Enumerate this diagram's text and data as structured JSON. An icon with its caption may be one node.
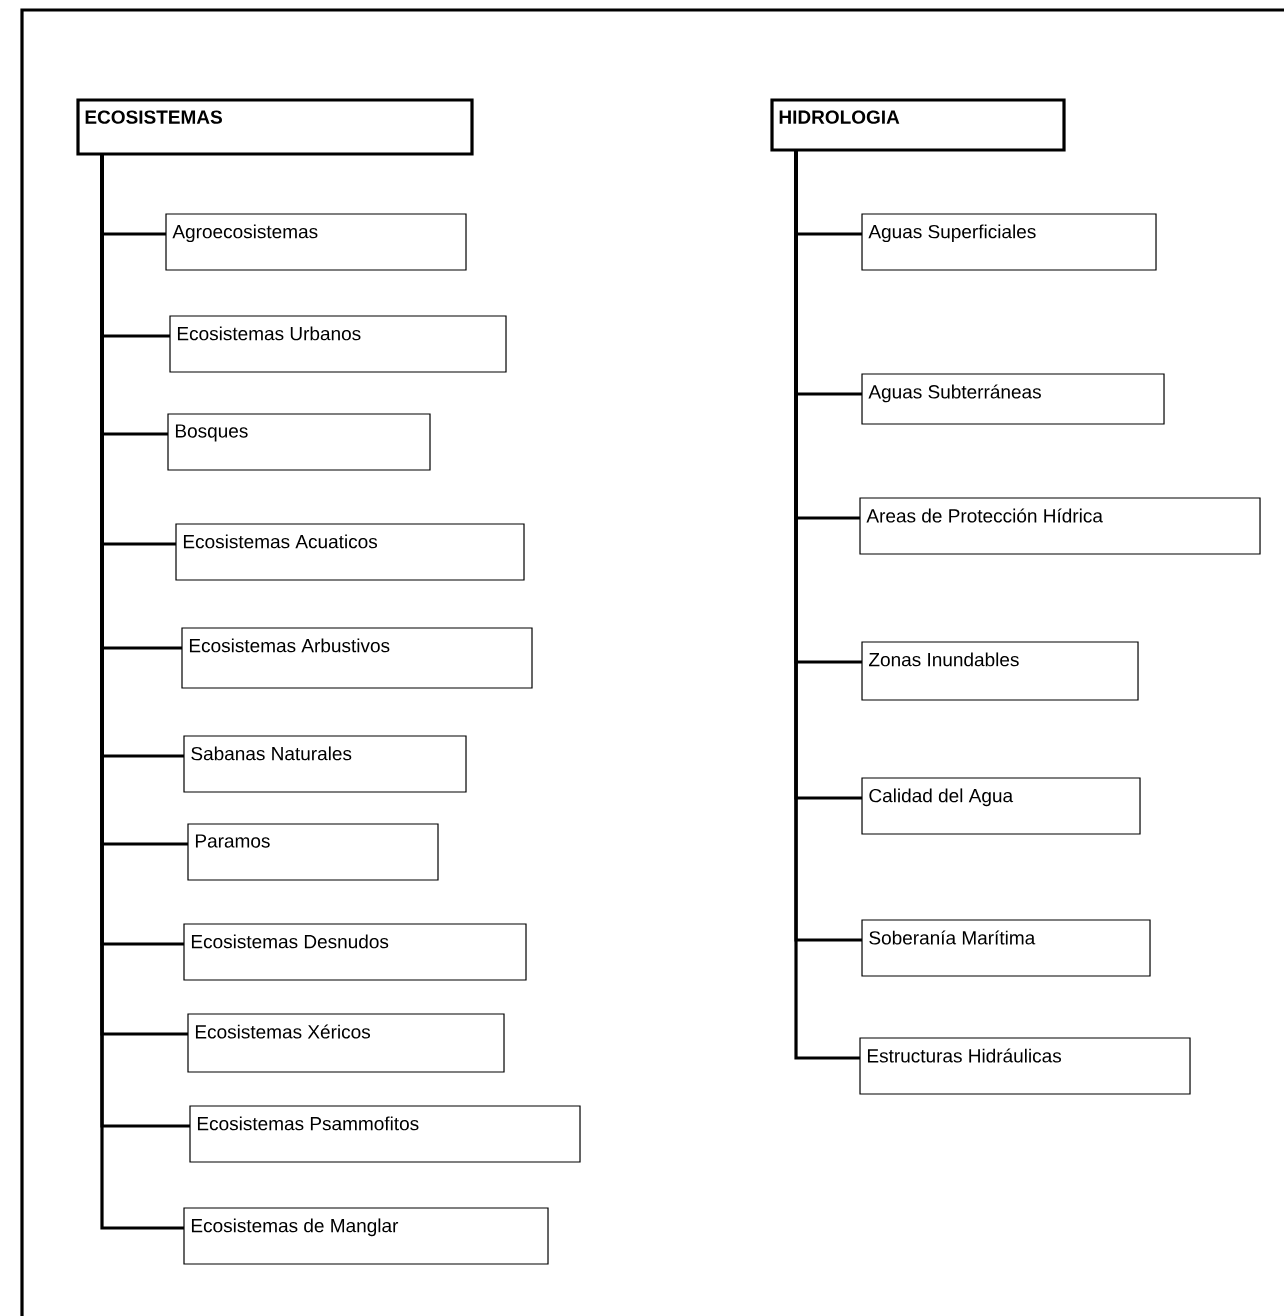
{
  "diagram": {
    "nodes": [
      {
        "text": [
          "ECOSISTEMAS"
        ]
      },
      {
        "text": [
          "Agroecosistemas"
        ]
      },
      {
        "text": [
          "Ecosistemas Urbanos"
        ]
      },
      {
        "text": [
          "Bosques"
        ]
      },
      {
        "text": [
          "Ecosistemas Acuaticos"
        ]
      },
      {
        "text": [
          "Ecosistemas Arbustivos"
        ]
      },
      {
        "text": [
          "Sabanas Naturales"
        ]
      },
      {
        "text": [
          "Paramos"
        ]
      },
      {
        "text": [
          "Ecosistemas Desnudos"
        ]
      },
      {
        "text": [
          "Ecosistemas Xéricos"
        ]
      },
      {
        "text": [
          "Ecosistemas Psammofitos"
        ]
      },
      {
        "text": [
          "Ecosistemas de Manglar"
        ]
      },
      {
        "text": [
          "HIDROLOGIA"
        ]
      },
      {
        "text": [
          "Aguas Superficiales"
        ]
      },
      {
        "text": [
          "Aguas Subterráneas"
        ]
      },
      {
        "text": [
          "Areas de Protección Hídrica"
        ]
      },
      {
        "text": [
          "Zonas Inundables"
        ]
      },
      {
        "text": [
          "Calidad del Agua"
        ]
      },
      {
        "text": [
          "Soberanía Marítima"
        ]
      },
      {
        "text": [
          "Estructuras Hidráulicas"
        ]
      }
    ],
    "edges": [
      {
        "from": 0,
        "to": 1,
        "arrow": "none"
      },
      {
        "from": 0,
        "to": 2,
        "arrow": "none"
      },
      {
        "from": 0,
        "to": 3,
        "arrow": "none"
      },
      {
        "from": 0,
        "to": 4,
        "arrow": "none"
      },
      {
        "from": 0,
        "to": 5,
        "arrow": "none"
      },
      {
        "from": 0,
        "to": 6,
        "arrow": "none"
      },
      {
        "from": 0,
        "to": 7,
        "arrow": "none"
      },
      {
        "from": 0,
        "to": 8,
        "arrow": "none"
      },
      {
        "from": 0,
        "to": 9,
        "arrow": "none"
      },
      {
        "from": 0,
        "to": 10,
        "arrow": "none"
      },
      {
        "from": 0,
        "to": 11,
        "arrow": "none"
      },
      {
        "from": 12,
        "to": 13,
        "arrow": "none"
      },
      {
        "from": 12,
        "to": 14,
        "arrow": "none"
      },
      {
        "from": 12,
        "to": 15,
        "arrow": "none"
      },
      {
        "from": 12,
        "to": 16,
        "arrow": "none"
      },
      {
        "from": 12,
        "to": 17,
        "arrow": "none"
      },
      {
        "from": 12,
        "to": 18,
        "arrow": "none"
      },
      {
        "from": 12,
        "to": 19,
        "arrow": "none"
      }
    ]
  }
}
